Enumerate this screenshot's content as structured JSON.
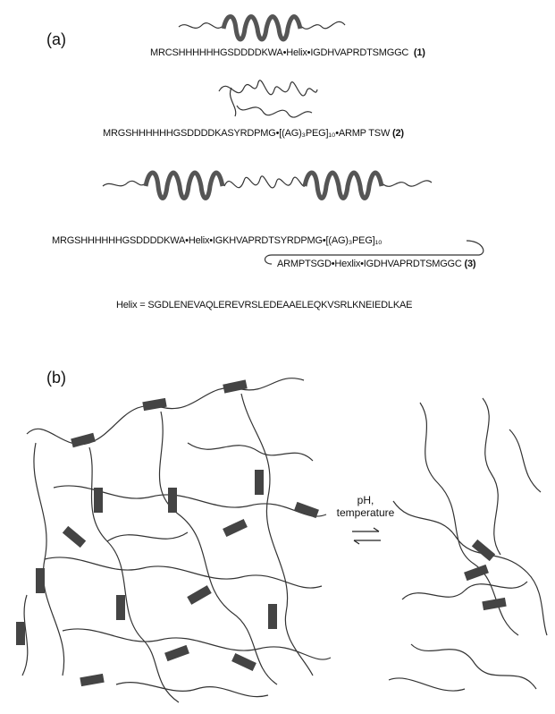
{
  "panel_a": {
    "label": "(a)",
    "seq1": {
      "text": "MRCSHHHHHHGSDDDDKWA•Helix•IGDHVAPRDTSMGGC",
      "num": "(1)"
    },
    "seq2": {
      "text": "MRGSHHHHHHGSDDDDKASYRDPMG•[(AG)₃PEG]₁₀•ARMP TSW",
      "num": "(2)"
    },
    "seq3_line1": "MRGSHHHHHHGSDDDDKWA•Helix•IGKHVAPRDTSYRDPMG•[(AG)₃PEG]₁₀",
    "seq3_line2": {
      "text": "ARMPTSGD•Hexlix•IGDHVAPRDTSMGGC",
      "num": "(3)"
    },
    "helix_def": "Helix = SGDLENEVAQLEREVRSLEDEAAELEQKVSRLKNEIEDLKAE"
  },
  "panel_b": {
    "label": "(b)",
    "arrow_label_line1": "pH,",
    "arrow_label_line2": "temperature"
  }
}
